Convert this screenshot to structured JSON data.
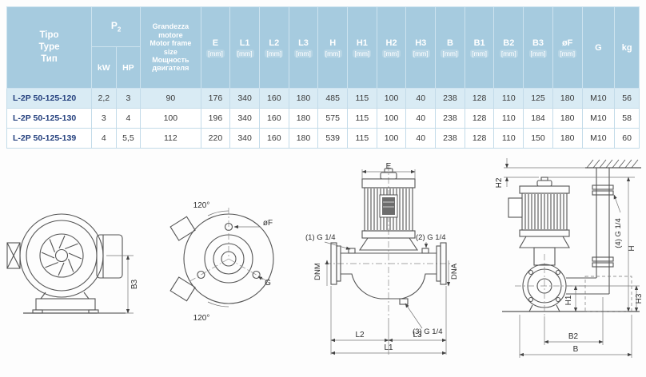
{
  "table": {
    "tipo": [
      "Tipo",
      "Type",
      "Тип"
    ],
    "p2": {
      "base": "P",
      "sub": "2"
    },
    "kw": "kW",
    "hp": "HP",
    "motor": [
      "Grandezza",
      "motore",
      "Motor frame",
      "size",
      "Мощность",
      "двигателя"
    ],
    "mm": "[mm]",
    "dims": [
      "E",
      "L1",
      "L2",
      "L3",
      "H",
      "H1",
      "H2",
      "H3",
      "B",
      "B1",
      "B2",
      "B3",
      "øF"
    ],
    "g": "G",
    "kg": "kg",
    "rows": [
      {
        "type": "L-2P 50-125-120",
        "kw": "2,2",
        "hp": "3",
        "frame": "90",
        "v": [
          "176",
          "340",
          "160",
          "180",
          "485",
          "115",
          "100",
          "40",
          "238",
          "128",
          "110",
          "125",
          "180"
        ],
        "g": "M10",
        "kg": "56"
      },
      {
        "type": "L-2P 50-125-130",
        "kw": "3",
        "hp": "4",
        "frame": "100",
        "v": [
          "196",
          "340",
          "160",
          "180",
          "575",
          "115",
          "100",
          "40",
          "238",
          "128",
          "110",
          "184",
          "180"
        ],
        "g": "M10",
        "kg": "58"
      },
      {
        "type": "L-2P 50-125-139",
        "kw": "4",
        "hp": "5,5",
        "frame": "112",
        "v": [
          "220",
          "340",
          "160",
          "180",
          "539",
          "115",
          "100",
          "40",
          "238",
          "128",
          "110",
          "150",
          "180"
        ],
        "g": "M10",
        "kg": "60"
      }
    ]
  },
  "drawings": {
    "front_view": {
      "b3": "B3"
    },
    "volute_view": {
      "angle_top": "120°",
      "angle_bottom": "120°",
      "of": "øF",
      "g": "G"
    },
    "inline_view": {
      "e": "E",
      "port1": "(1) G 1/4",
      "port2": "(2) G 1/4",
      "port3": "(3) G 1/4",
      "dnm": "DNM",
      "dna": "DNA",
      "l1": "L1",
      "l2": "L2",
      "l3": "L3"
    },
    "side_view": {
      "h": "H",
      "h1": "H1",
      "h2": "H2",
      "h3": "H3",
      "b": "B",
      "b2": "B2",
      "port4": "(4) G 1/4"
    }
  }
}
